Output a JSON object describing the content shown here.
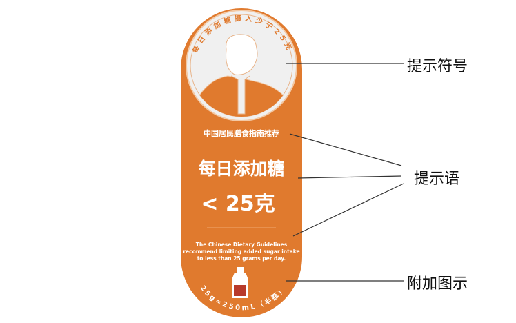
{
  "label": {
    "circle_text": "每日添加糖摄入少于25克",
    "subtitle": "中国居民膳食指南推荐",
    "headline": "每日添加糖",
    "amount": "< 25克",
    "english": [
      "The Chinese Dietary Guidelines",
      "recommend limiting added sugar intake",
      "to less than 25 grams per day."
    ],
    "bottle_text": "25g≈250mL（半瓶）"
  },
  "callouts": {
    "symbol": "提示符号",
    "message": "提示语",
    "graphic": "附加图示"
  },
  "colors": {
    "orange": "#E07A2E",
    "circle": "#F0F0F0",
    "line": "#333333"
  }
}
